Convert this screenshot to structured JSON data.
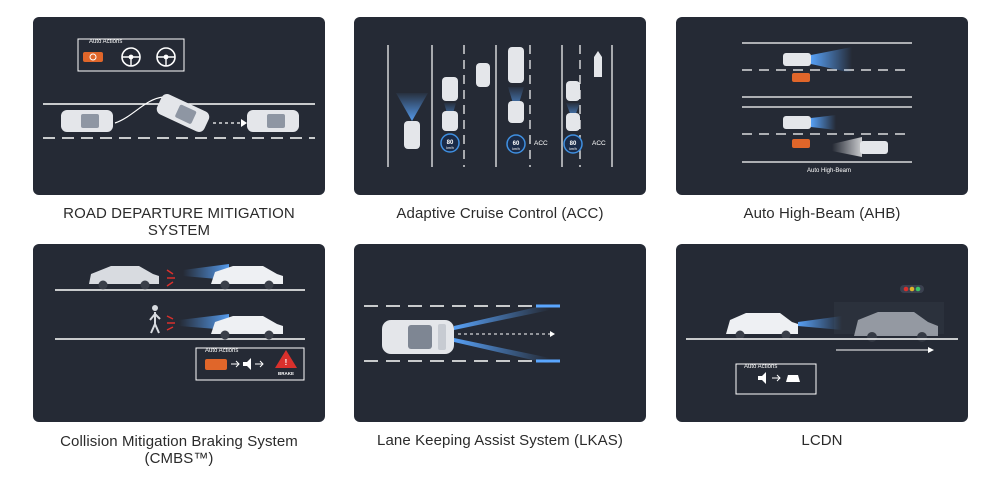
{
  "features": [
    {
      "caption": "ROAD DEPARTURE MITIGATION SYSTEM",
      "box_label": "Auto Actions"
    },
    {
      "caption": "Adaptive Cruise Control (ACC)",
      "speed_values": [
        "80",
        "80",
        "60",
        "80"
      ],
      "speed_unit": "km/h",
      "acc_label": "ACC"
    },
    {
      "caption": "Auto High-Beam (AHB)",
      "beam_label": "Auto High-Beam"
    },
    {
      "caption": "Collision Mitigation Braking System (CMBS™)",
      "box_label": "Auto Actions",
      "brake_label": "BRAKE"
    },
    {
      "caption": "Lane Keeping Assist System (LKAS)"
    },
    {
      "caption": "LCDN",
      "box_label": "Auto Actions"
    }
  ],
  "colors": {
    "panel": "#252a35",
    "accent_orange": "#e0662a",
    "alert_red": "#d9302c",
    "beam_blue": "#3f8fe0"
  }
}
